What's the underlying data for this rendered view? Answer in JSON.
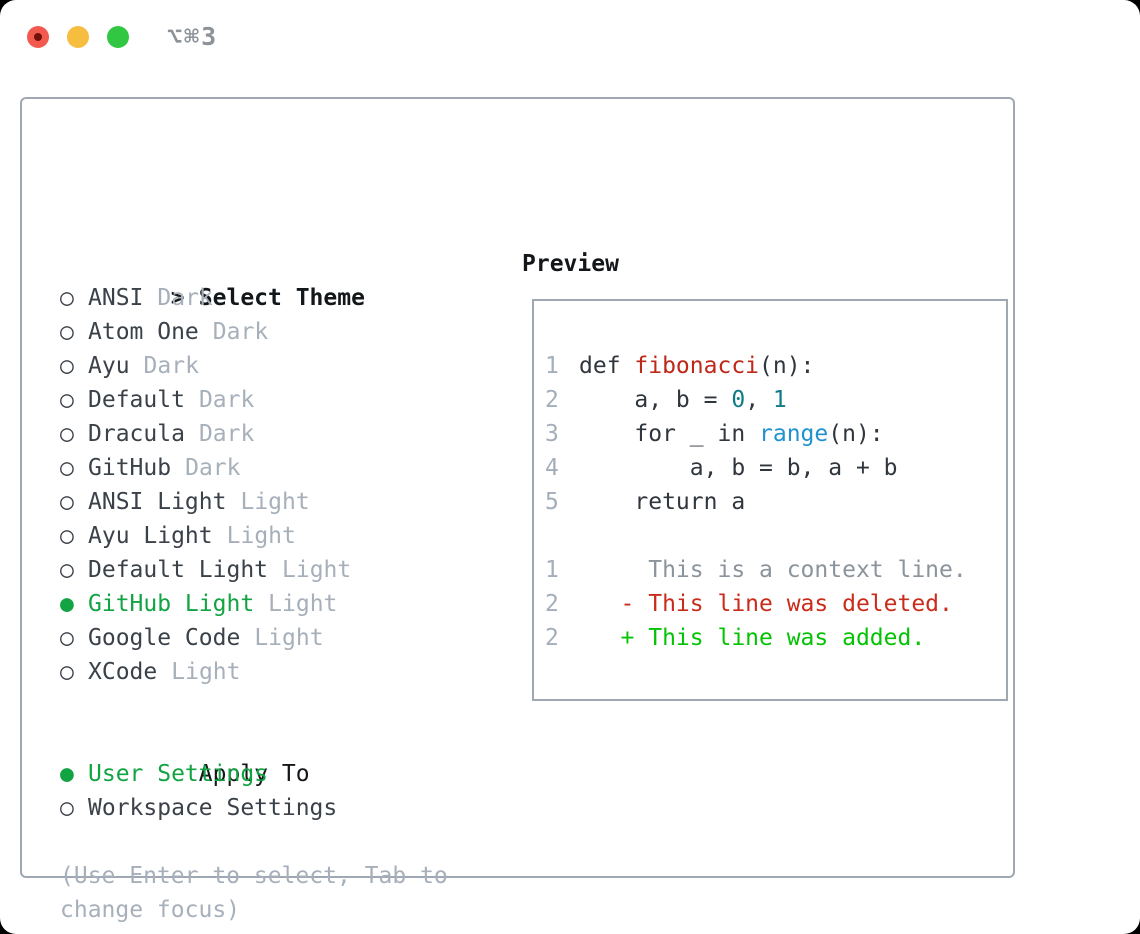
{
  "titlebar": {
    "shortcut": "⌥⌘3"
  },
  "colors": {
    "tl-red": "#f35a4f",
    "tl-red-dot": "#701209",
    "tl-yellow": "#f6bd3f",
    "tl-green": "#32c743",
    "title-gray": "#8d9298",
    "border": "#9fa8b2",
    "header-text": "#14171a",
    "item-text": "#3a4149",
    "muted": "#a7b0ba",
    "line-number": "#a4aeba",
    "accent-green": "#12a342",
    "code-plain": "#30363d",
    "code-function": "#bd2819",
    "code-number": "#0e7c86",
    "code-builtin": "#2191d0",
    "diff-context": "#8b939c",
    "diff-deleted": "#c92c1a",
    "diff-added": "#04c304"
  },
  "theme_picker": {
    "header_arrow": ">",
    "header_label": "Select Theme",
    "radio_unselected": "○",
    "radio_selected": "●",
    "items": [
      {
        "name": "ANSI",
        "variant": "Dark",
        "selected": false
      },
      {
        "name": "Atom One",
        "variant": "Dark",
        "selected": false
      },
      {
        "name": "Ayu",
        "variant": "Dark",
        "selected": false
      },
      {
        "name": "Default",
        "variant": "Dark",
        "selected": false
      },
      {
        "name": "Dracula",
        "variant": "Dark",
        "selected": false
      },
      {
        "name": "GitHub",
        "variant": "Dark",
        "selected": false
      },
      {
        "name": "ANSI Light",
        "variant": "Light",
        "selected": false
      },
      {
        "name": "Ayu Light",
        "variant": "Light",
        "selected": false
      },
      {
        "name": "Default Light",
        "variant": "Light",
        "selected": false
      },
      {
        "name": "GitHub Light",
        "variant": "Light",
        "selected": true
      },
      {
        "name": "Google Code",
        "variant": "Light",
        "selected": false
      },
      {
        "name": "XCode",
        "variant": "Light",
        "selected": false
      }
    ]
  },
  "apply_to": {
    "label": "Apply To",
    "options": [
      {
        "name": "User Settings",
        "selected": true
      },
      {
        "name": "Workspace Settings",
        "selected": false
      }
    ]
  },
  "hint": "(Use Enter to select, Tab to change focus)",
  "preview": {
    "title": "Preview",
    "lines": [
      {
        "num": "1",
        "segments": [
          {
            "text": "def ",
            "style": "plain"
          },
          {
            "text": "fibonacci",
            "style": "function"
          },
          {
            "text": "(n):",
            "style": "plain"
          }
        ]
      },
      {
        "num": "2",
        "segments": [
          {
            "text": "    a, b = ",
            "style": "plain"
          },
          {
            "text": "0",
            "style": "number"
          },
          {
            "text": ", ",
            "style": "plain"
          },
          {
            "text": "1",
            "style": "number"
          }
        ]
      },
      {
        "num": "3",
        "segments": [
          {
            "text": "    for _ in ",
            "style": "plain"
          },
          {
            "text": "range",
            "style": "builtin"
          },
          {
            "text": "(n):",
            "style": "plain"
          }
        ]
      },
      {
        "num": "4",
        "segments": [
          {
            "text": "        a, b = b, a + b",
            "style": "plain"
          }
        ]
      },
      {
        "num": "5",
        "segments": [
          {
            "text": "    return a",
            "style": "plain"
          }
        ]
      },
      {
        "num": "",
        "segments": []
      },
      {
        "num": "1",
        "segments": [
          {
            "text": "     This is a context line.",
            "style": "context"
          }
        ]
      },
      {
        "num": "2",
        "segments": [
          {
            "text": "   - This line was deleted.",
            "style": "deleted"
          }
        ]
      },
      {
        "num": "2",
        "segments": [
          {
            "text": "   + This line was added.",
            "style": "added"
          }
        ]
      }
    ]
  }
}
